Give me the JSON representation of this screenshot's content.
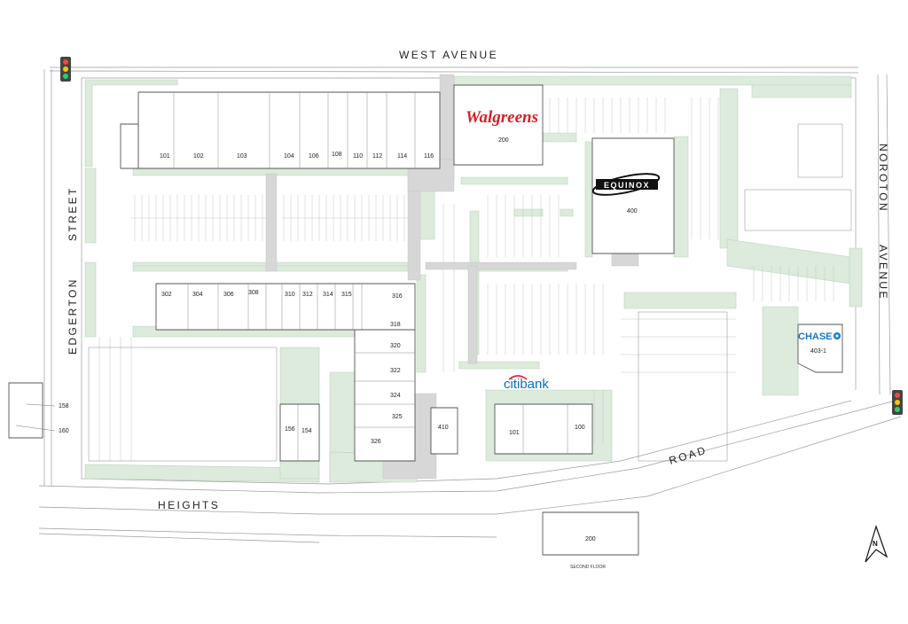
{
  "streets": {
    "west_avenue": "WEST AVENUE",
    "edgerton": "EDGERTON",
    "street": "STREET",
    "noroton": "NOROTON",
    "avenue": "AVENUE",
    "heights": "HEIGHTS",
    "road": "ROAD"
  },
  "brands": {
    "walgreens": "Walgreens",
    "equinox": "EQUINOX",
    "chase": "CHASE",
    "citi": "citi",
    "bank": "bank"
  },
  "units": {
    "top_row": [
      "101",
      "102",
      "103",
      "104",
      "106",
      "108",
      "110",
      "112",
      "114",
      "116"
    ],
    "middle_row": [
      "302",
      "304",
      "306",
      "308",
      "310",
      "312",
      "314",
      "315",
      "316"
    ],
    "right_column": [
      "318",
      "320",
      "322",
      "324",
      "325",
      "326"
    ],
    "walgreens": "200",
    "equinox": "400",
    "chase": "403-1",
    "pad_410": "410",
    "citi_left": "101",
    "citi_right": "100",
    "bottom_left": [
      "156",
      "154"
    ],
    "outside": [
      "158",
      "160"
    ],
    "second_floor_unit": "200"
  },
  "second_floor_label": "SECOND FLOOR",
  "compass": "N",
  "colors": {
    "green": "#dcebdc",
    "walgreens_red": "#d62027",
    "chase_blue": "#117aca",
    "citi_blue": "#0a6ebd",
    "citi_red": "#e3262f"
  }
}
